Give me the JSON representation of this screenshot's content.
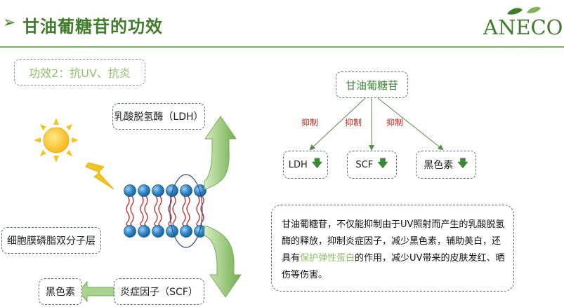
{
  "header": {
    "title": "甘油葡糖苷的功效",
    "logo_text": "ANECO"
  },
  "effect_label": "功效2：抗UV、抗炎",
  "left_diagram": {
    "ldh_label": "乳酸脱氢酶（LDH）",
    "membrane_label": "细胞膜磷脂双分子层",
    "scf_label": "炎症因子（SCF）",
    "melanin_label": "黑色素"
  },
  "right_diagram": {
    "ingredient": "甘油葡糖苷",
    "inhibit_label": "抑制",
    "targets": [
      "LDH",
      "SCF",
      "黑色素"
    ]
  },
  "description": {
    "part1": "甘油葡糖苷，不仅能抑制由于UV照射而产生的乳酸脱氢酶的释放，抑制炎症因子，减少黑色素，辅助美白，还具有",
    "highlight": "保护弹性蛋白",
    "part2": "的作用，减少UV带来的皮肤发红、晒伤等伤害。"
  },
  "colors": {
    "title_green": "#3f7d2c",
    "highlight_green": "#8ec26a",
    "inhibit_red": "#c0221d",
    "arrow_green": "#8cc26c",
    "sun_yellow": "#f5c320",
    "head_blue": "#2f86c8",
    "tail_red": "#c23a3a"
  }
}
